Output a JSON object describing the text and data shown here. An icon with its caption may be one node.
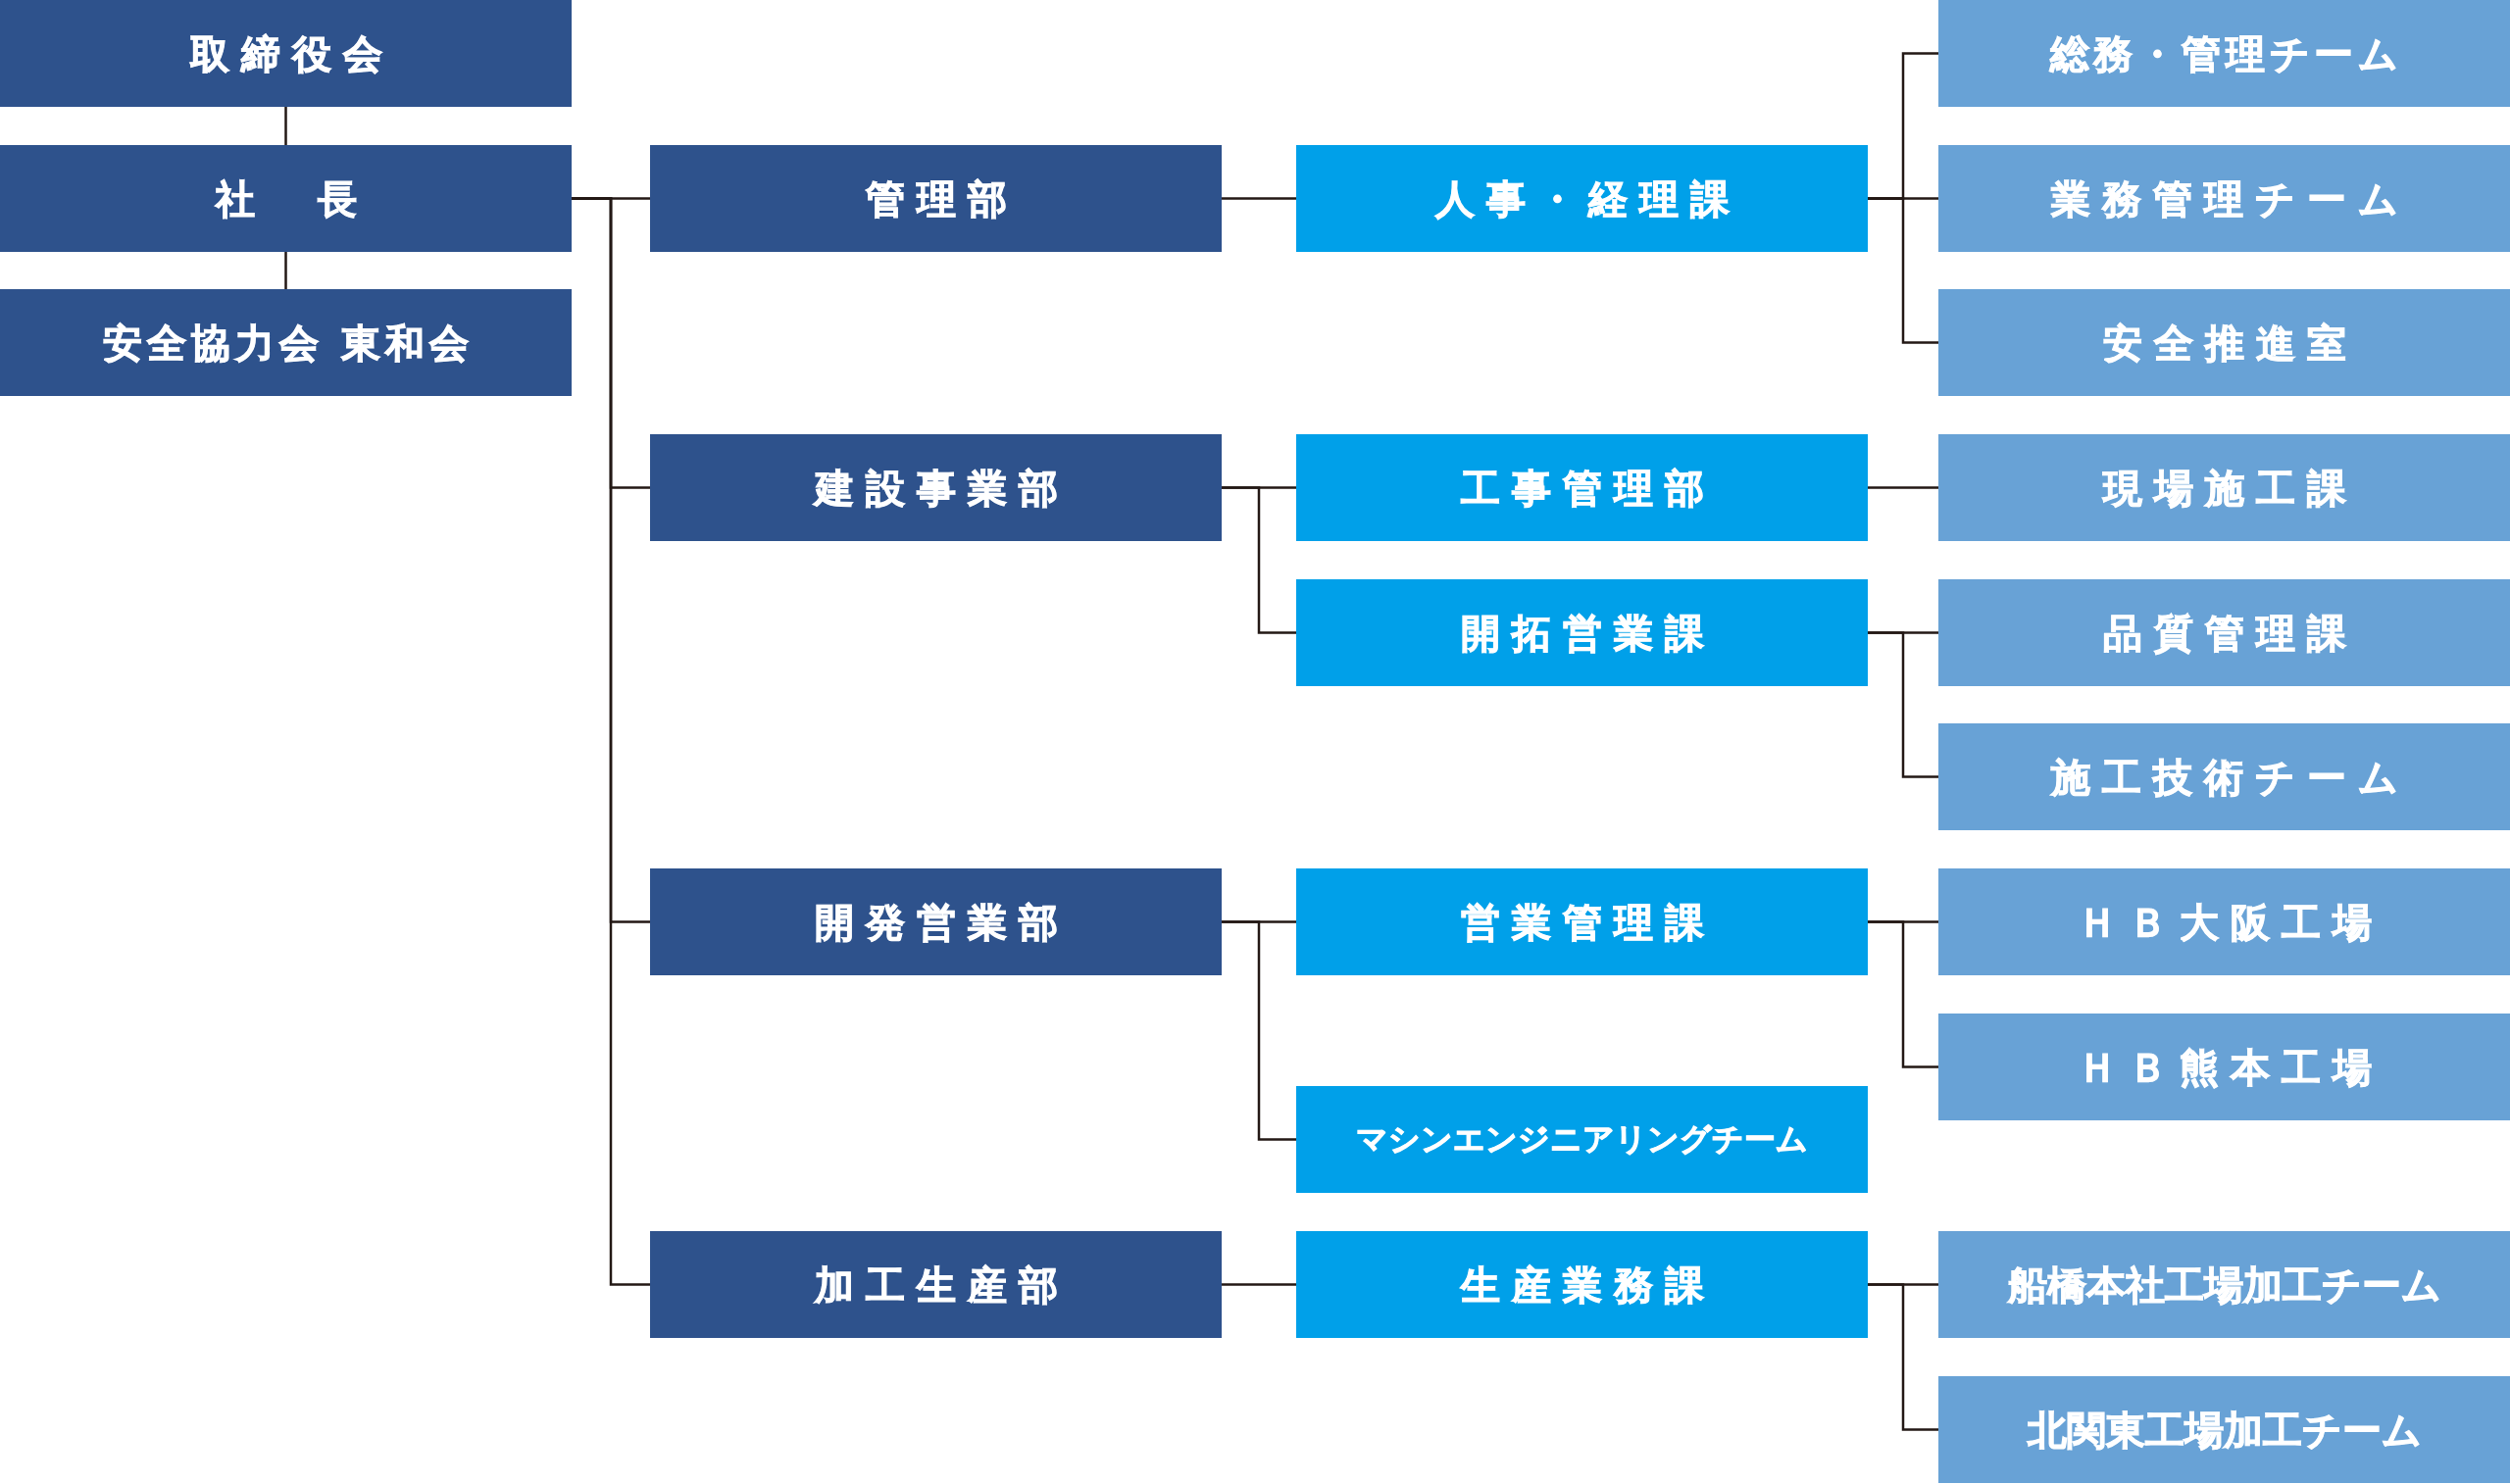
{
  "diagram": {
    "nodes": [
      {
        "text": [
          "取締役会"
        ]
      },
      {
        "text": [
          "社　長"
        ]
      },
      {
        "text": [
          "安全協力会 東和会"
        ]
      },
      {
        "text": [
          "管理部"
        ]
      },
      {
        "text": [
          "人事・経理課"
        ]
      },
      {
        "text": [
          "総務・管理チーム"
        ]
      },
      {
        "text": [
          "業務管理チーム"
        ]
      },
      {
        "text": [
          "安全推進室"
        ]
      },
      {
        "text": [
          "建設事業部"
        ]
      },
      {
        "text": [
          "工事管理部"
        ]
      },
      {
        "text": [
          "現場施工課"
        ]
      },
      {
        "text": [
          "開拓営業課"
        ]
      },
      {
        "text": [
          "品質管理課"
        ]
      },
      {
        "text": [
          "施工技術チーム"
        ]
      },
      {
        "text": [
          "開発営業部"
        ]
      },
      {
        "text": [
          "営業管理課"
        ]
      },
      {
        "text": [
          "ＨＢ大阪工場"
        ]
      },
      {
        "text": [
          "ＨＢ熊本工場"
        ]
      },
      {
        "text": [
          "マシンエンジニアリングチーム"
        ]
      },
      {
        "text": [
          "加工生産部"
        ]
      },
      {
        "text": [
          "生産業務課"
        ]
      },
      {
        "text": [
          "船橋本社工場加工チーム"
        ]
      },
      {
        "text": [
          "北関東工場加工チーム"
        ]
      }
    ],
    "edges": [
      {
        "from": 0,
        "to": 1,
        "arrow": "none"
      },
      {
        "from": 1,
        "to": 2,
        "arrow": "none"
      },
      {
        "from": 1,
        "to": 3,
        "arrow": "none"
      },
      {
        "from": 1,
        "to": 8,
        "arrow": "none"
      },
      {
        "from": 1,
        "to": 14,
        "arrow": "none"
      },
      {
        "from": 1,
        "to": 19,
        "arrow": "none"
      },
      {
        "from": 3,
        "to": 4,
        "arrow": "none"
      },
      {
        "from": 4,
        "to": 5,
        "arrow": "none"
      },
      {
        "from": 4,
        "to": 6,
        "arrow": "none"
      },
      {
        "from": 4,
        "to": 7,
        "arrow": "none"
      },
      {
        "from": 8,
        "to": 9,
        "arrow": "none"
      },
      {
        "from": 8,
        "to": 11,
        "arrow": "none"
      },
      {
        "from": 9,
        "to": 10,
        "arrow": "none"
      },
      {
        "from": 11,
        "to": 12,
        "arrow": "none"
      },
      {
        "from": 11,
        "to": 13,
        "arrow": "none"
      },
      {
        "from": 14,
        "to": 15,
        "arrow": "none"
      },
      {
        "from": 14,
        "to": 18,
        "arrow": "none"
      },
      {
        "from": 15,
        "to": 16,
        "arrow": "none"
      },
      {
        "from": 15,
        "to": 17,
        "arrow": "none"
      },
      {
        "from": 19,
        "to": 20,
        "arrow": "none"
      },
      {
        "from": 20,
        "to": 21,
        "arrow": "none"
      },
      {
        "from": 20,
        "to": 22,
        "arrow": "none"
      }
    ]
  }
}
